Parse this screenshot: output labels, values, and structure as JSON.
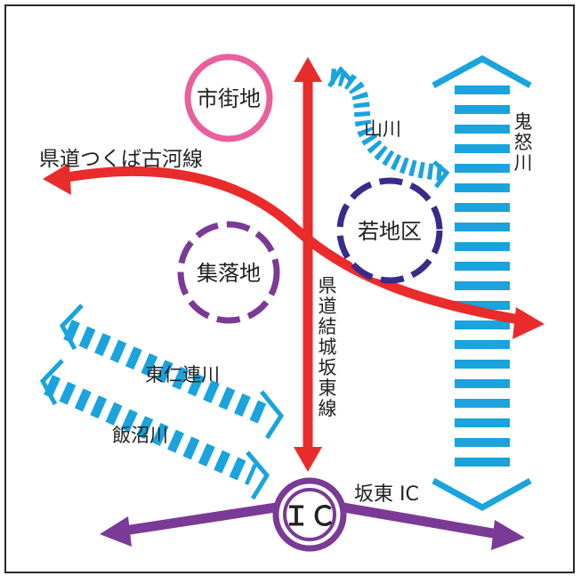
{
  "labels": {
    "city_area": "市街地",
    "settlement": "集落地",
    "wakachi": "若地区",
    "yamakawa": "山川",
    "kinugawa": "鬼怒川",
    "tsukuba_koga": "県道つくば古河線",
    "yuki_bando": "県道結城坂東線",
    "higashi_ni_ren": "東仁連川",
    "iinuma": "飯沼川",
    "ic_mark": "ＩＣ",
    "bando_ic": "坂東 IC"
  },
  "colors": {
    "road_red": "#ea2b2b",
    "expressway_purple": "#7b3a96",
    "river_blue": "#1aa3dd",
    "city_pink": "#e8609c",
    "settlement_purple": "#7b3a96",
    "district_navy": "#3b2a8a"
  },
  "icons": {
    "arrow_heads": "arrow-head-icon",
    "river_chevrons": "chevron-icon"
  }
}
